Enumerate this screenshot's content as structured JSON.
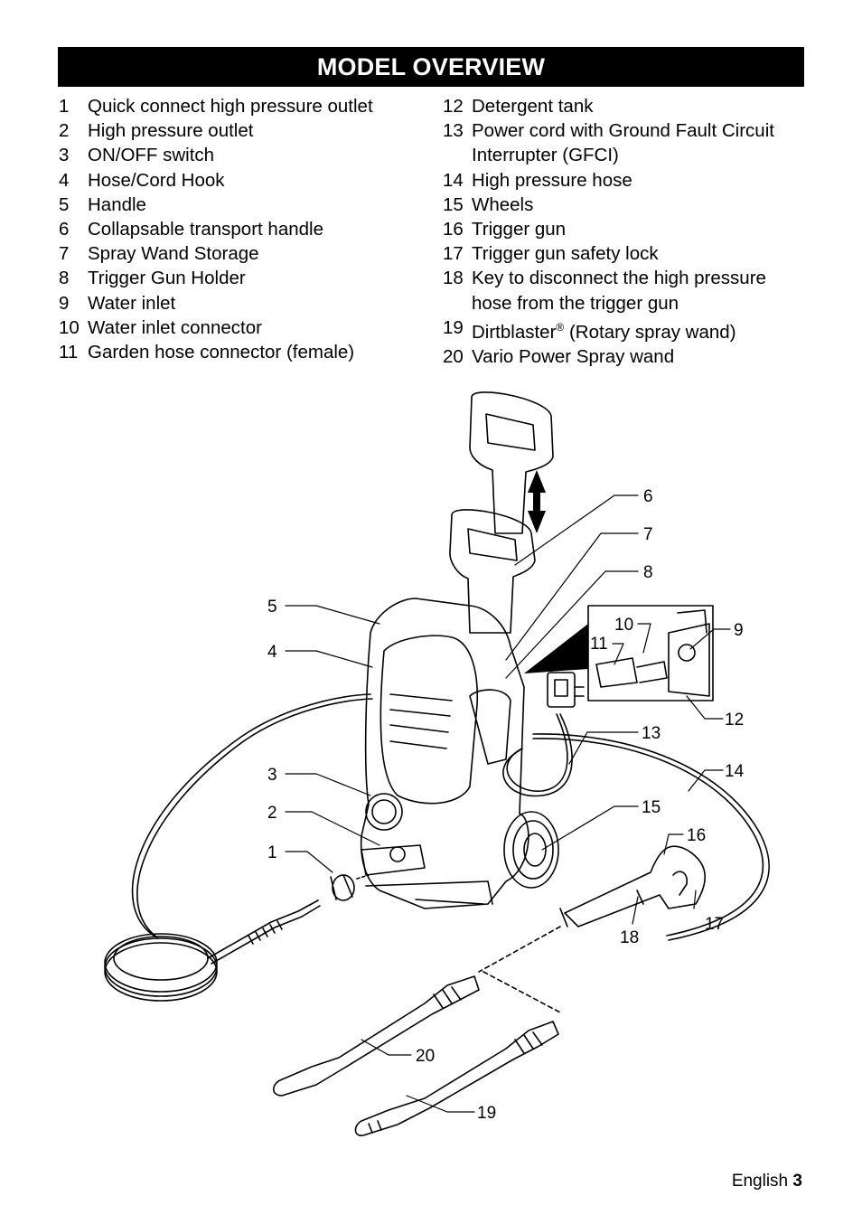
{
  "title": "MODEL OVERVIEW",
  "parts_left": [
    {
      "num": "1",
      "label": "Quick connect high pressure outlet"
    },
    {
      "num": "2",
      "label": "High pressure outlet"
    },
    {
      "num": "3",
      "label": "ON/OFF switch"
    },
    {
      "num": "4",
      "label": "Hose/Cord Hook"
    },
    {
      "num": "5",
      "label": "Handle"
    },
    {
      "num": "6",
      "label": "Collapsable transport handle"
    },
    {
      "num": "7",
      "label": "Spray Wand Storage"
    },
    {
      "num": "8",
      "label": "Trigger Gun Holder"
    },
    {
      "num": "9",
      "label": "Water inlet"
    },
    {
      "num": "10",
      "label": "Water inlet connector"
    },
    {
      "num": "11",
      "label": "Garden hose connector (female)"
    }
  ],
  "parts_right": [
    {
      "num": "12",
      "label": "Detergent tank"
    },
    {
      "num": "13",
      "label": "Power cord with Ground Fault Circuit",
      "label2": "Interrupter (GFCI)"
    },
    {
      "num": "14",
      "label": "High pressure hose"
    },
    {
      "num": "15",
      "label": "Wheels"
    },
    {
      "num": "16",
      "label": "Trigger gun"
    },
    {
      "num": "17",
      "label": "Trigger gun safety lock"
    },
    {
      "num": "18",
      "label": "Key to disconnect the high pressure",
      "label2": "hose from the trigger gun"
    },
    {
      "num": "19",
      "label": "Dirtblaster",
      "sup": "®",
      "label_rest": " (Rotary spray wand)"
    },
    {
      "num": "20",
      "label": "Vario Power Spray wand"
    }
  ],
  "callouts": [
    "1",
    "2",
    "3",
    "4",
    "5",
    "6",
    "7",
    "8",
    "9",
    "10",
    "11",
    "12",
    "13",
    "14",
    "15",
    "16",
    "17",
    "18",
    "19",
    "20"
  ],
  "footer": {
    "language": "English",
    "page": "3"
  }
}
